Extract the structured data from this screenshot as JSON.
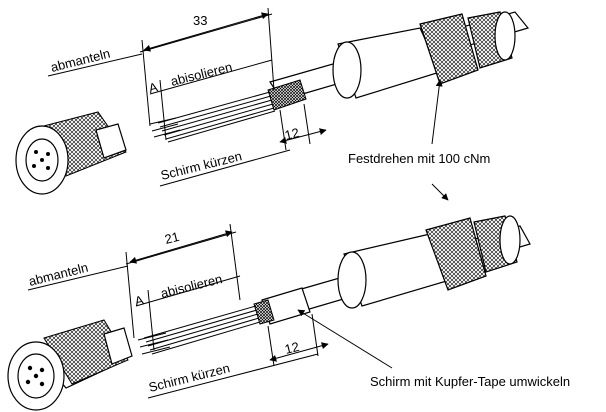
{
  "top": {
    "dim_total": "33",
    "dim_shield": "12",
    "label_strip_jacket": "abmanteln",
    "label_strip_insulation": "abisolieren",
    "label_a": "A",
    "label_trim_shield": "Schirm kürzen",
    "label_tighten": "Festdrehen mit 100 cNm"
  },
  "bottom": {
    "dim_total": "21",
    "dim_shield": "12",
    "label_strip_jacket": "abmanteln",
    "label_strip_insulation": "abisolieren",
    "label_a": "A",
    "label_trim_shield": "Schirm kürzen",
    "label_wrap": "Schirm mit Kupfer-Tape umwickeln"
  },
  "icons": {
    "connector_female": "female-connector-icon",
    "connector_male": "male-connector-icon",
    "cable_gland": "cable-gland-icon"
  }
}
